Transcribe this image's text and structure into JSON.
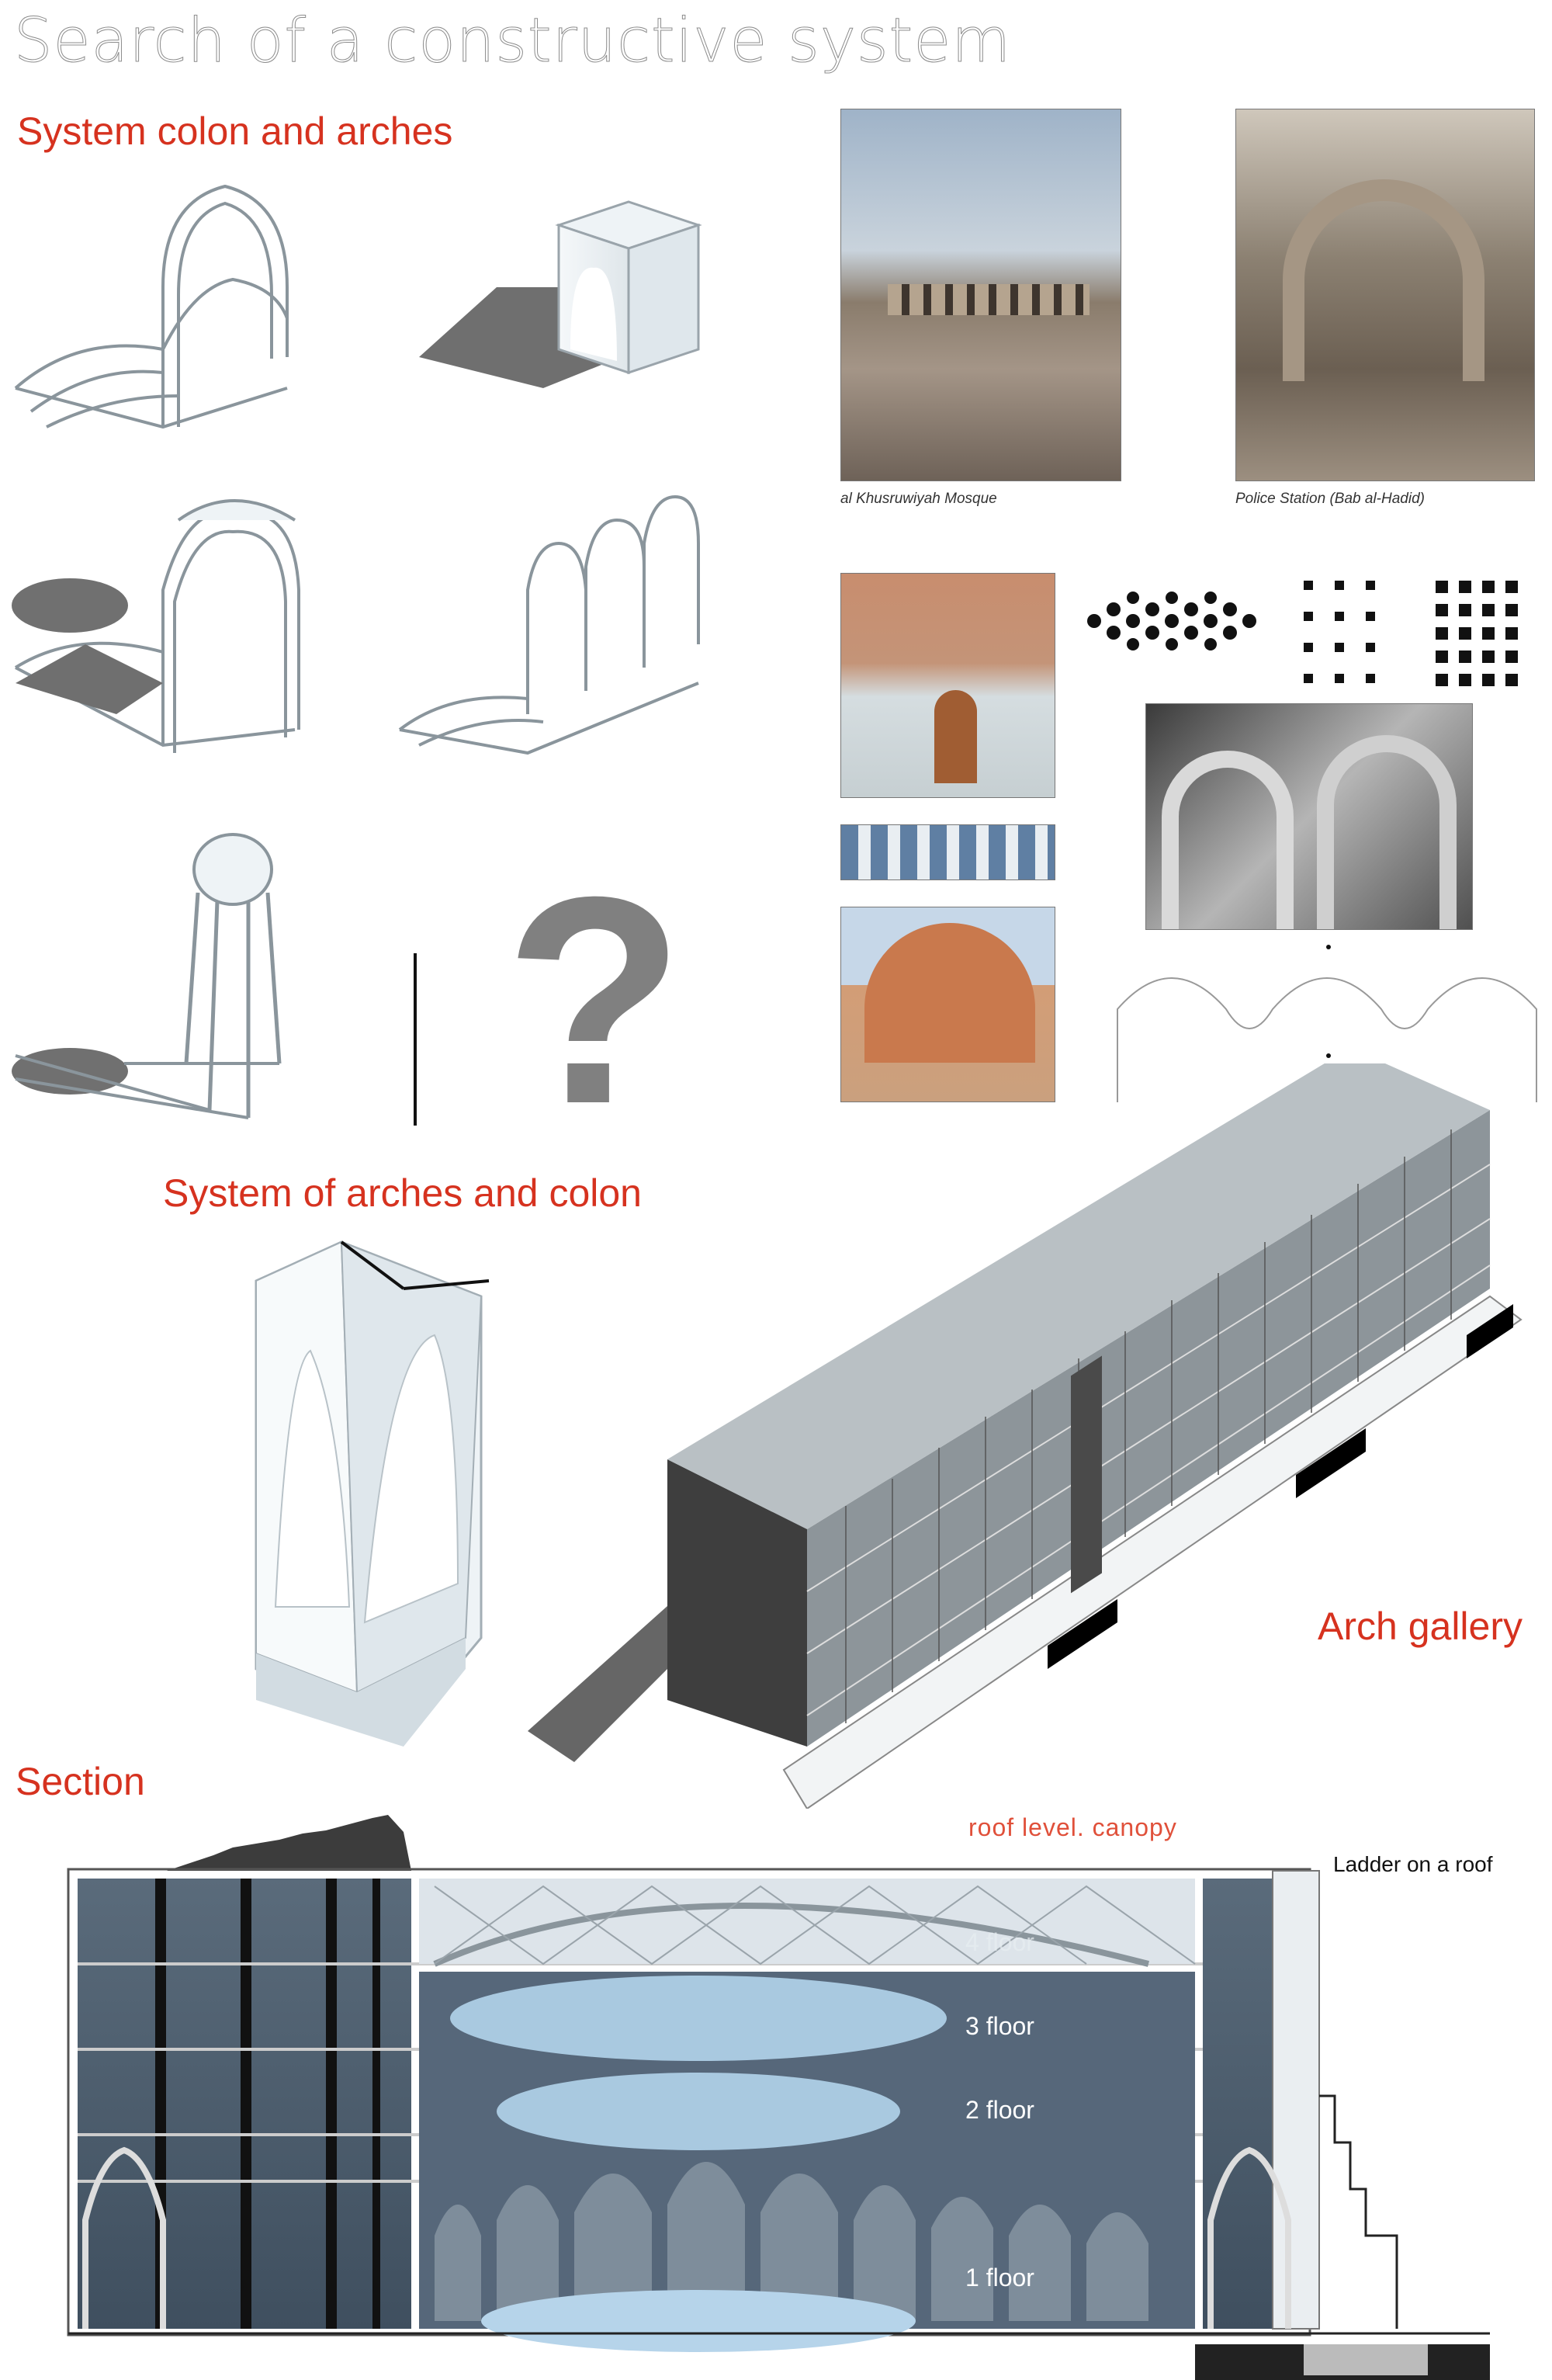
{
  "title": "Search of a constructive system",
  "headings": {
    "colon_arches": "System colon and arches",
    "arches_colon": "System of arches and colon",
    "arch_gallery": "Arch gallery",
    "section": "Section"
  },
  "question_mark": "?",
  "photos": [
    {
      "caption": "al Khusruwiyah Mosque"
    },
    {
      "caption": "Police Station (Bab al-Hadid)"
    }
  ],
  "section_labels": {
    "roof": "roof level. canopy",
    "ladder": "Ladder on a roof",
    "floor4": "4 floor",
    "floor3": "3 floor",
    "floor2": "2 floor",
    "floor1": "1 floor"
  },
  "colors": {
    "accent": "#d6321f",
    "glass": "#4a5a6a",
    "concrete": "#e8eef2"
  }
}
